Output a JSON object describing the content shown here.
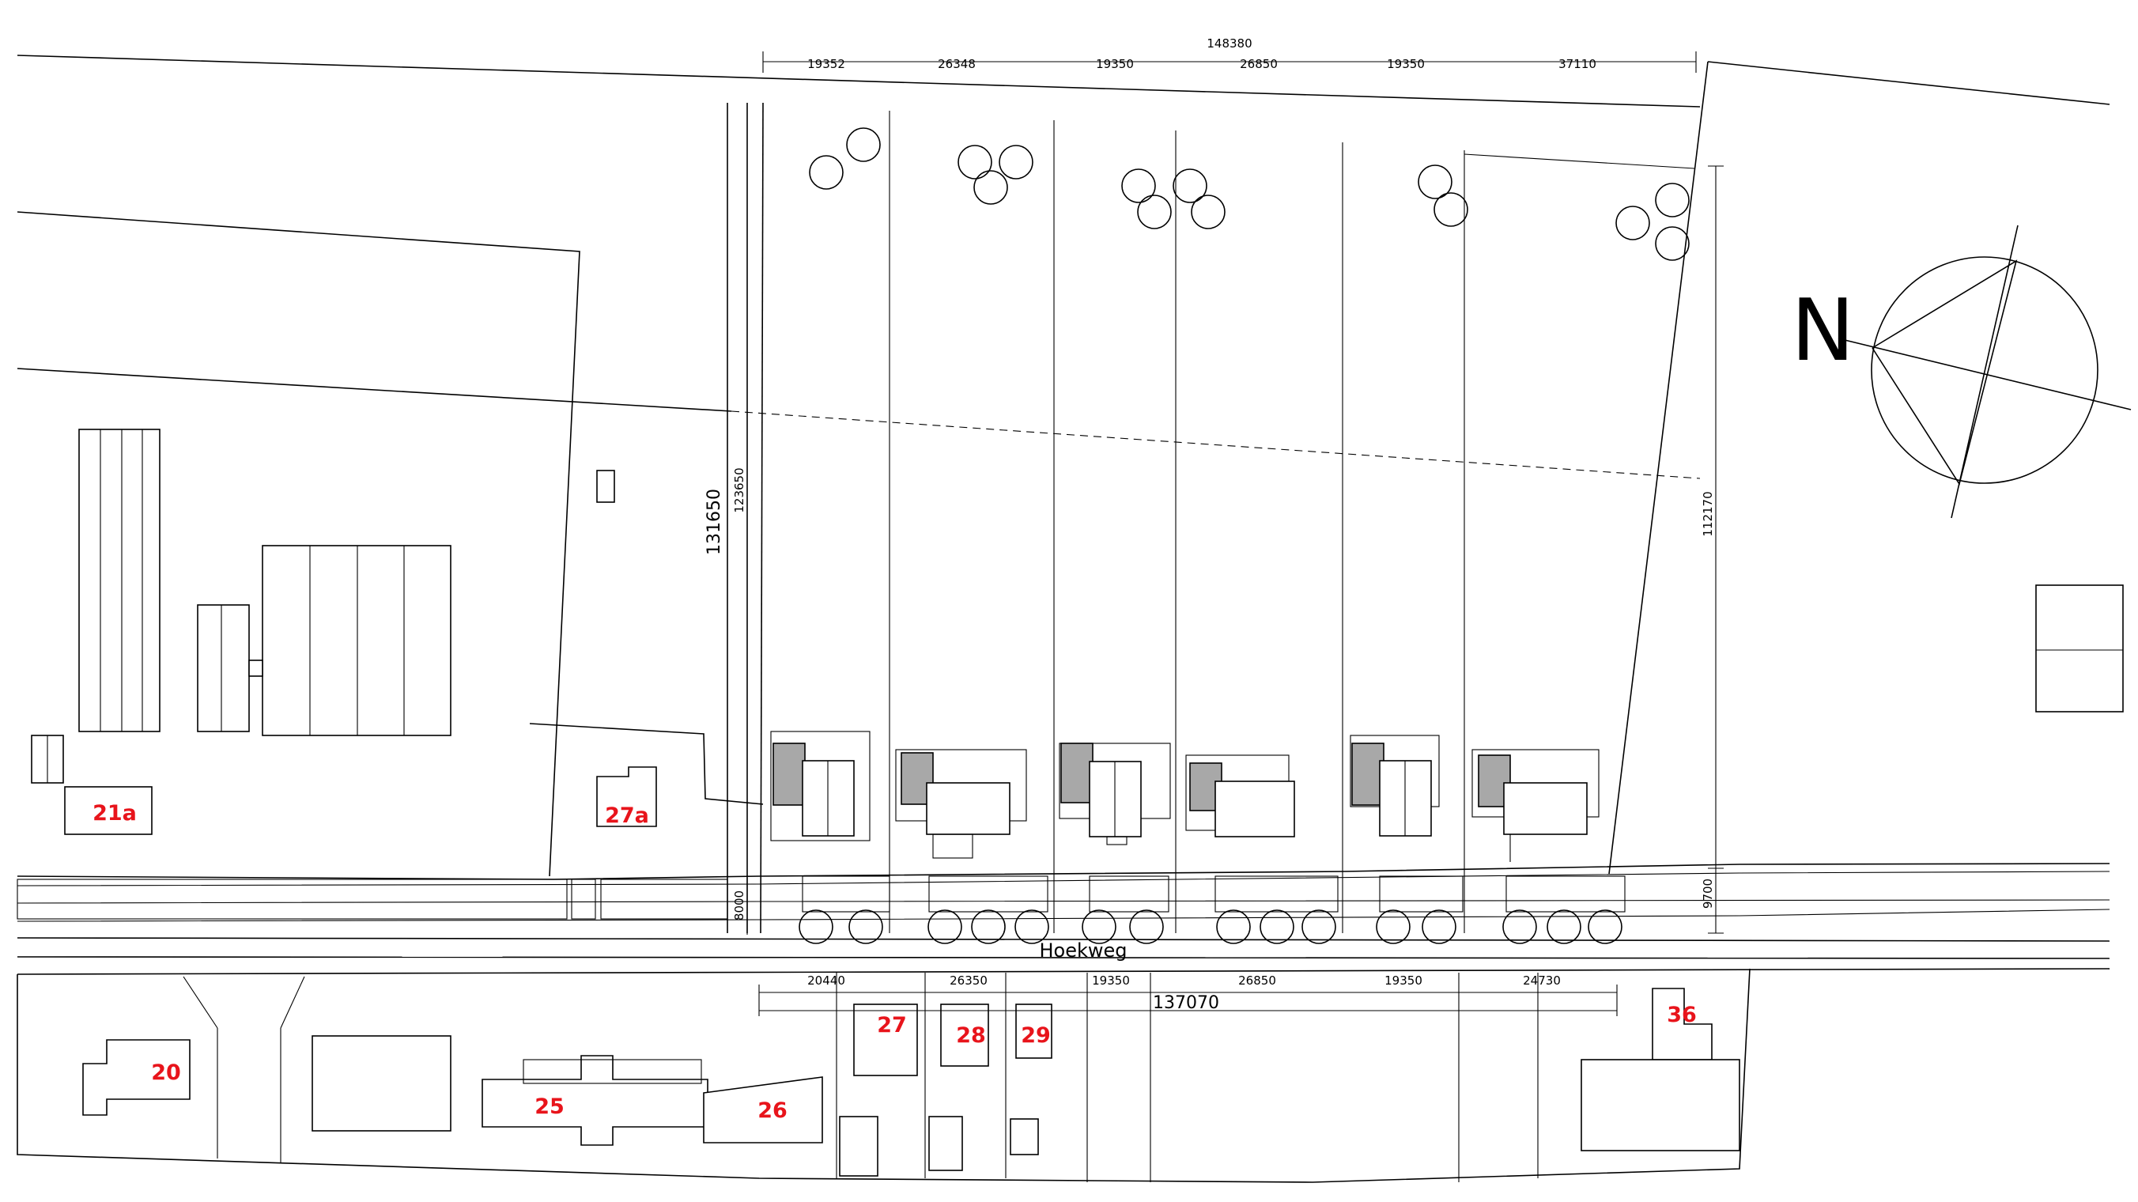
{
  "street_name": "Hoekweg",
  "north_label": "N",
  "dimensions": {
    "top_total": "148380",
    "top_segments": [
      "19352",
      "26348",
      "19350",
      "26850",
      "19350",
      "37110"
    ],
    "bottom_total": "137070",
    "bottom_segments": [
      "20440",
      "26350",
      "19350",
      "26850",
      "19350",
      "24730"
    ],
    "left_depth_outer": "131650",
    "left_depth_inner": "123650",
    "left_setback": "8000",
    "right_depth": "112170",
    "right_setback": "9700"
  },
  "house_numbers": {
    "n21a": "21a",
    "n27a": "27a",
    "n20": "20",
    "n25": "25",
    "n26": "26",
    "n27": "27",
    "n28": "28",
    "n29": "29",
    "n36": "36"
  },
  "colors": {
    "line": "#000000",
    "label": "#e8141b",
    "shed": "#a8a8a8",
    "background": "#ffffff"
  }
}
